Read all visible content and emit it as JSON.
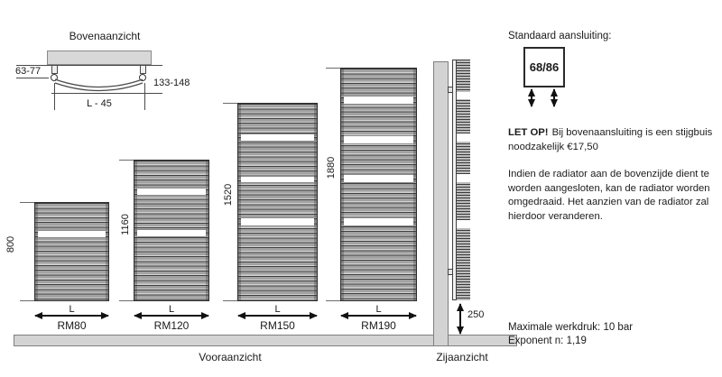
{
  "top_view": {
    "title": "Bovenaanzicht",
    "bracket_depth": "63-77",
    "total_depth": "133-148",
    "tube_width": "L - 45"
  },
  "front_view": {
    "caption": "Vooraanzicht",
    "width_label": "L",
    "radiators": [
      {
        "model": "RM80",
        "height": "800"
      },
      {
        "model": "RM120",
        "height": "1160"
      },
      {
        "model": "RM150",
        "height": "1520"
      },
      {
        "model": "RM190",
        "height": "1880"
      }
    ]
  },
  "side_view": {
    "caption": "Zijaanzicht",
    "floor_clearance": "250"
  },
  "info": {
    "connection_title": "Standaard aansluiting:",
    "connection_size": "68/86",
    "warning_bold": "LET OP!",
    "warning_text": "Bij bovenaansluiting is een stijgbuis noodzakelijk €17,50",
    "note": "Indien de radiator aan de bovenzijde dient te worden aangesloten, kan de radiator worden omgedraaid. Het aanzien van de radiator zal hierdoor veranderen.",
    "max_pressure": "Maximale werkdruk: 10 bar",
    "exponent": "Exponent n: 1,19"
  },
  "colors": {
    "line": "#3a3a3a",
    "grey_fill": "#d3d3d3",
    "tube_grey": "#a2a2a2",
    "text": "#1a1a1a"
  }
}
